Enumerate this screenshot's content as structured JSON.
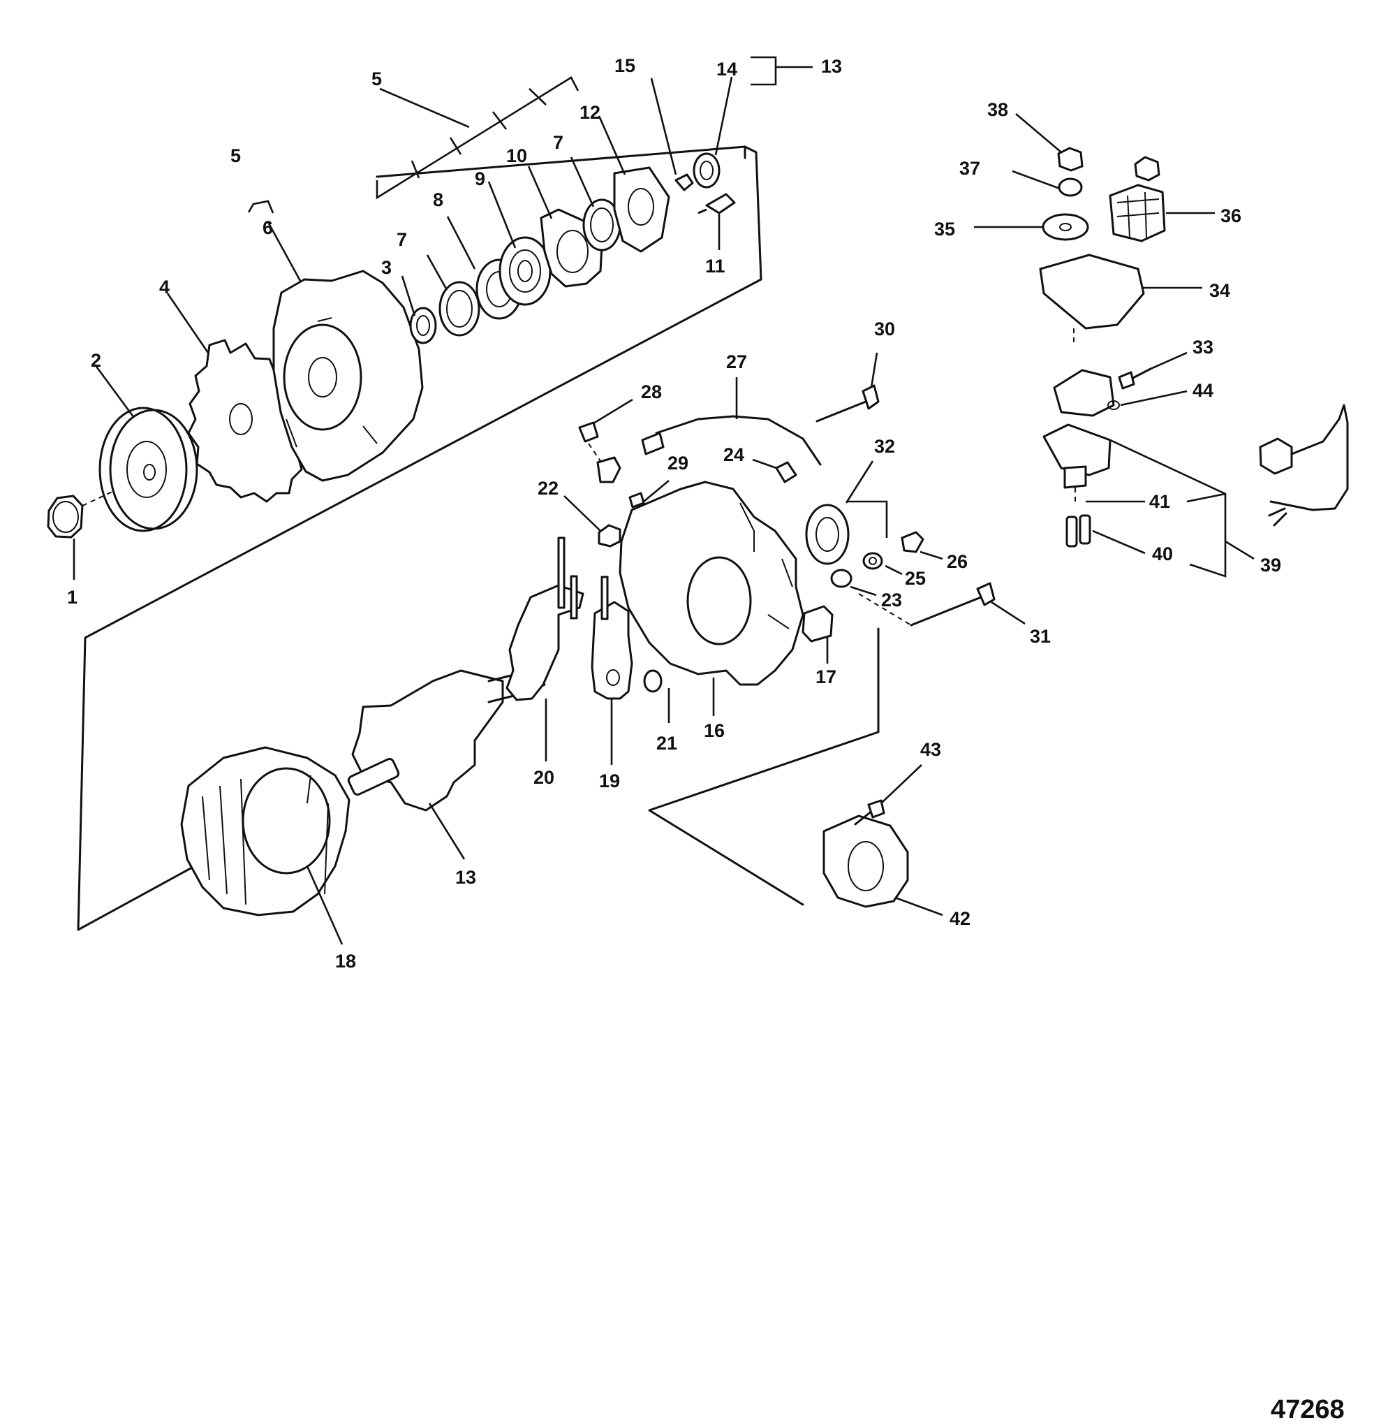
{
  "figure_number": "47268",
  "callouts": {
    "c1": "1",
    "c2": "2",
    "c3": "3",
    "c4": "4",
    "c5a": "5",
    "c5b": "5",
    "c6": "6",
    "c7a": "7",
    "c7b": "7",
    "c8": "8",
    "c9": "9",
    "c10": "10",
    "c11": "11",
    "c12": "12",
    "c13a": "13",
    "c13b": "13",
    "c14": "14",
    "c15": "15",
    "c16": "16",
    "c17": "17",
    "c18": "18",
    "c19": "19",
    "c20": "20",
    "c21": "21",
    "c22": "22",
    "c23": "23",
    "c24": "24",
    "c25": "25",
    "c26": "26",
    "c27": "27",
    "c28": "28",
    "c29": "29",
    "c30": "30",
    "c31": "31",
    "c32": "32",
    "c33": "33",
    "c34": "34",
    "c35": "35",
    "c36": "36",
    "c37": "37",
    "c38": "38",
    "c39": "39",
    "c40": "40",
    "c41": "41",
    "c42": "42",
    "c43": "43",
    "c44": "44"
  }
}
